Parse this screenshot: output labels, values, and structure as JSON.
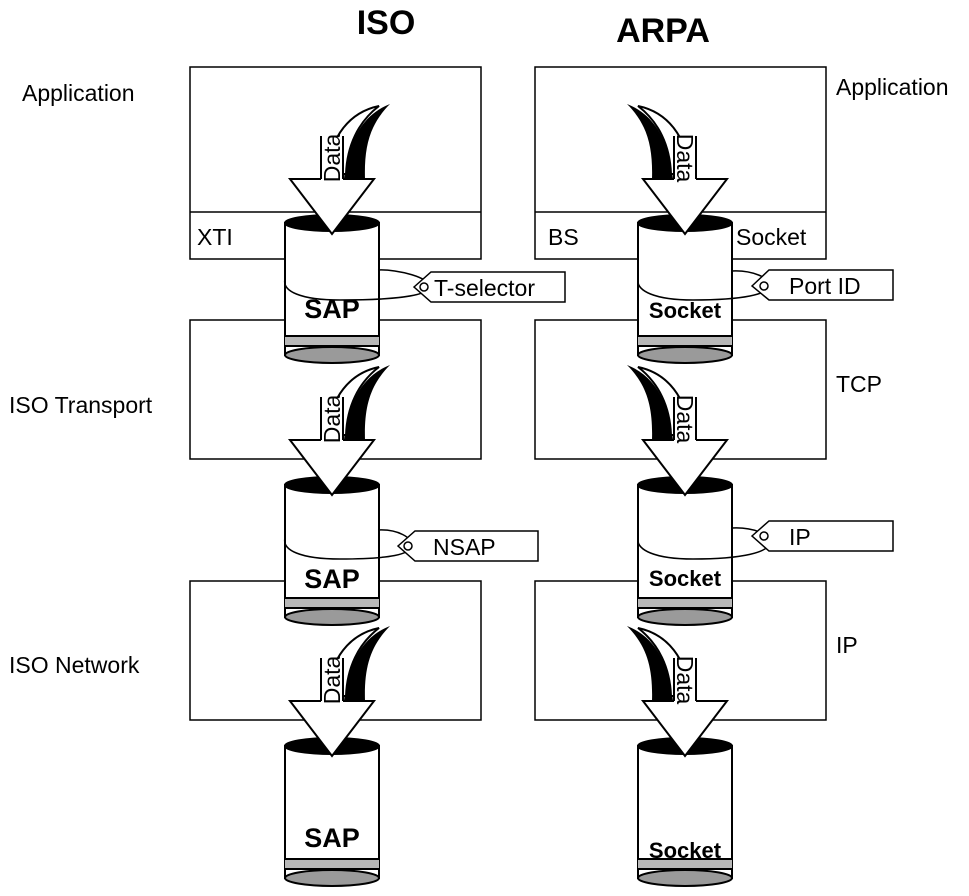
{
  "headers": {
    "iso": "ISO",
    "arpa": "ARPA"
  },
  "iso": {
    "layers": {
      "application": "Application",
      "transport": "ISO Transport",
      "network": "ISO Network"
    },
    "interface": "XTI",
    "access_point": "SAP",
    "tags": {
      "transport_address": "T-selector",
      "network_address": "NSAP"
    }
  },
  "arpa": {
    "layers": {
      "application": "Application",
      "tcp": "TCP",
      "ip": "IP"
    },
    "interface_left": "BS",
    "interface_right": "Socket",
    "access_point": "Socket",
    "tags": {
      "port": "Port ID",
      "ip": "IP"
    }
  },
  "arrow_label": "Data"
}
